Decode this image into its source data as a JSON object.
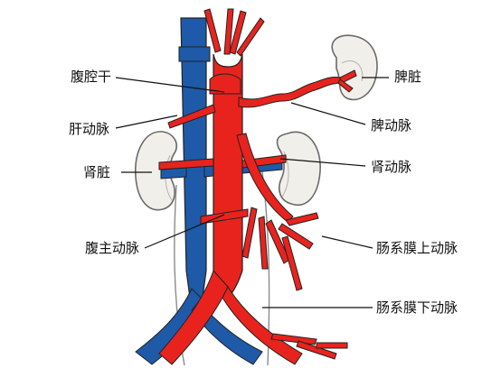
{
  "labels": {
    "celiac_trunk": "腹腔干",
    "hepatic_artery": "肝动脉",
    "kidney": "肾脏",
    "abdominal_aorta": "腹主动脉",
    "spleen": "脾脏",
    "splenic_artery": "脾动脉",
    "renal_artery": "肾动脉",
    "superior_mesenteric_artery": "肠系膜上动脉",
    "inferior_mesenteric_artery": "肠系膜下动脉"
  },
  "colors": {
    "artery": "#e8231d",
    "vein": "#1e5aa8",
    "organ_fill": "#f1efea",
    "organ_outline": "#6a6a6a",
    "leader_line": "#111111",
    "outline": "#222222"
  }
}
